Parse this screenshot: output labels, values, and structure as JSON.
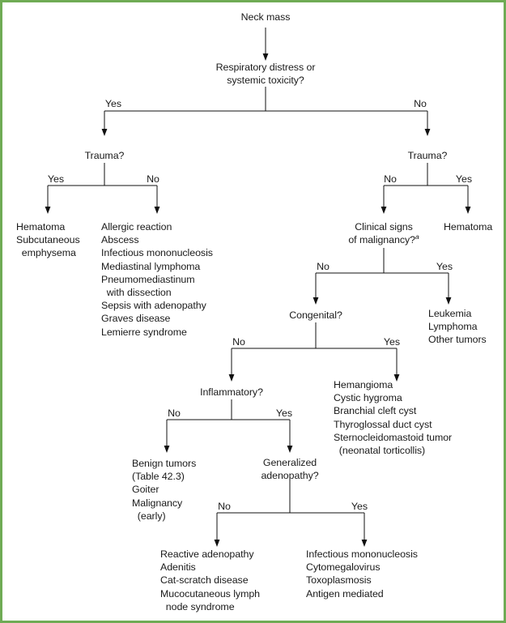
{
  "figure": {
    "type": "clinical-decision-tree",
    "title": "Neck mass",
    "border_color": "#6fab55",
    "line_color": "#111111",
    "text_color": "#1a1a1a"
  },
  "nodes": {
    "root": "Neck mass",
    "q_resp": "Respiratory distress or\nsystemic toxicity?",
    "q_trauma_left": "Trauma?",
    "q_trauma_right": "Trauma?",
    "out_hematoma_left": "Hematoma\nSubcutaneous\n  emphysema",
    "out_nontrauma_left": "Allergic reaction\nAbscess\nInfectious mononucleosis\nMediastinal lymphoma\nPneumomediastinum\n  with dissection\nSepsis with adenopathy\nGraves disease\nLemierre syndrome",
    "q_malignancy_line1": "Clinical signs",
    "q_malignancy_line2": "of malignancy?",
    "q_malignancy_sup": "a",
    "out_hematoma_right": "Hematoma",
    "out_malignant": "Leukemia\nLymphoma\nOther tumors",
    "q_congenital": "Congenital?",
    "out_congenital": "Hemangioma\nCystic hygroma\nBranchial cleft cyst\nThyroglossal duct cyst\nSternocleidomastoid tumor\n  (neonatal torticollis)",
    "q_inflammatory": "Inflammatory?",
    "out_benign": "Benign tumors\n(Table 42.3)\nGoiter\nMalignancy\n  (early)",
    "q_adenopathy": "Generalized\nadenopathy?",
    "out_localized": "Reactive adenopathy\nAdenitis\nCat-scratch disease\nMucocutaneous lymph\n  node syndrome",
    "out_generalized": "Infectious mononucleosis\nCytomegalovirus\nToxoplasmosis\nAntigen mediated"
  },
  "edge_labels": {
    "resp_yes": "Yes",
    "resp_no": "No",
    "trauma_left_yes": "Yes",
    "trauma_left_no": "No",
    "trauma_right_no": "No",
    "trauma_right_yes": "Yes",
    "malignancy_no": "No",
    "malignancy_yes": "Yes",
    "congenital_no": "No",
    "congenital_yes": "Yes",
    "inflammatory_no": "No",
    "inflammatory_yes": "Yes",
    "adenopathy_no": "No",
    "adenopathy_yes": "Yes"
  }
}
